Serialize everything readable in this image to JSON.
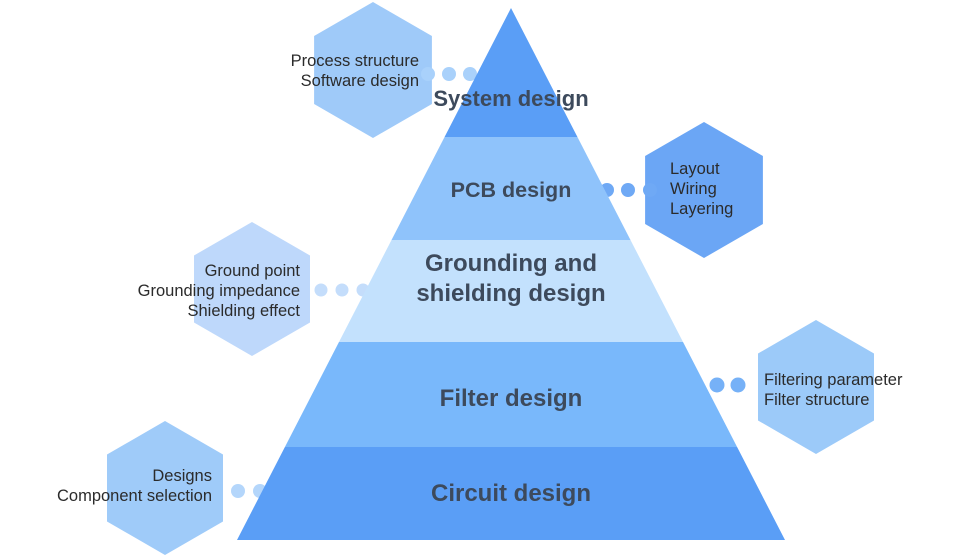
{
  "levels": [
    {
      "id": "system",
      "lines": [
        "System design"
      ],
      "color": "#5a9ef6"
    },
    {
      "id": "pcb",
      "lines": [
        "PCB design"
      ],
      "color": "#8fc3fb"
    },
    {
      "id": "grounding",
      "lines": [
        "Grounding and",
        "shielding design"
      ],
      "color": "#c3e1fd"
    },
    {
      "id": "filter",
      "lines": [
        "Filter design"
      ],
      "color": "#79b8fb"
    },
    {
      "id": "circuit",
      "lines": [
        "Circuit design"
      ],
      "color": "#5a9ef6"
    }
  ],
  "annotations": [
    {
      "id": "system",
      "side": "left",
      "color": "#9fcaf9",
      "dot_color": "#a9d1fb",
      "lines": [
        "Process structure",
        "Software design"
      ]
    },
    {
      "id": "pcb",
      "side": "right",
      "color": "#6ba6f5",
      "dot_color": "#6fa9f5",
      "lines": [
        "Layout",
        "Wiring",
        "Layering"
      ]
    },
    {
      "id": "grounding",
      "side": "left",
      "color": "#bed8fb",
      "dot_color": "#c4ddfb",
      "lines": [
        "Ground point",
        "Grounding impedance",
        "Shielding effect"
      ]
    },
    {
      "id": "filter",
      "side": "right",
      "color": "#9ccaf9",
      "dot_color": "#76b1f7",
      "lines": [
        "Filtering parameter",
        "Filter structure"
      ]
    },
    {
      "id": "circuit",
      "side": "left",
      "color": "#9fcbf9",
      "dot_color": "#b4d6fb",
      "lines": [
        "Designs",
        "Component selection"
      ]
    }
  ]
}
